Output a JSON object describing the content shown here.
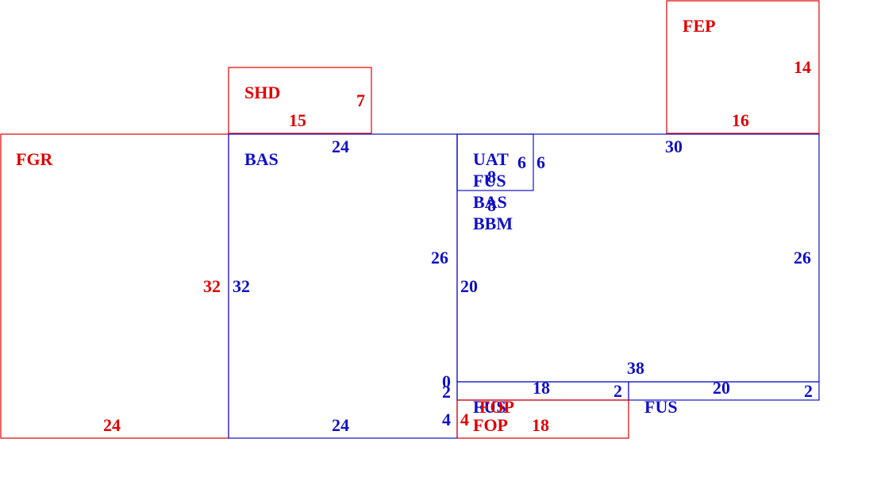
{
  "colors": {
    "red": "#e00000",
    "blue": "#1010c8"
  },
  "rooms": [
    {
      "id": "fep",
      "label": "FEP",
      "color": "red",
      "dims": [
        "14",
        "16"
      ]
    },
    {
      "id": "shd",
      "label": "SHD",
      "color": "red",
      "dims": [
        "7",
        "15"
      ]
    },
    {
      "id": "fgr",
      "label": "FGR",
      "color": "red",
      "dims": [
        "32",
        "24"
      ]
    },
    {
      "id": "bas-left",
      "label": "BAS",
      "color": "blue",
      "dims": [
        "24",
        "32",
        "26",
        "24"
      ]
    },
    {
      "id": "main",
      "label": "",
      "color": "blue",
      "dims": [
        "30",
        "26",
        "20",
        "38"
      ]
    },
    {
      "id": "uat",
      "label": "UAT",
      "color": "blue",
      "dims": [
        "6",
        "6",
        "8"
      ]
    },
    {
      "id": "fus-small",
      "label": "FUS",
      "color": "blue",
      "dims": []
    },
    {
      "id": "bas-small",
      "label": "BAS",
      "color": "blue",
      "dims": [
        "8"
      ]
    },
    {
      "id": "bbm",
      "label": "BBM",
      "color": "blue",
      "dims": []
    },
    {
      "id": "strip-left",
      "label": "",
      "color": "blue",
      "dims": [
        "0",
        "2",
        "18",
        "2"
      ]
    },
    {
      "id": "strip-right",
      "label": "FUS",
      "color": "blue",
      "dims": [
        "20",
        "2"
      ]
    },
    {
      "id": "fus-bottom",
      "label": "FUS",
      "color": "blue",
      "dims": [
        "4"
      ]
    },
    {
      "id": "fop",
      "label": "FOP",
      "color": "red",
      "dims": [
        "4",
        "18"
      ]
    },
    {
      "id": "fop-overlap",
      "label": "FOP",
      "color": "red",
      "dims": []
    }
  ]
}
